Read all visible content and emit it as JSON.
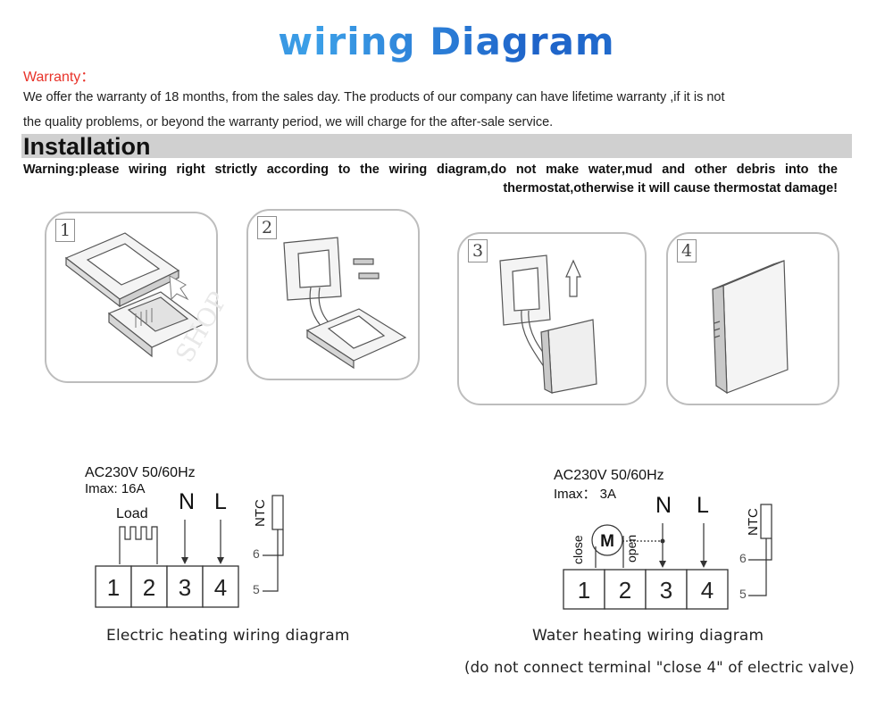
{
  "title": "wiring Diagram",
  "warranty": {
    "heading": "Warranty：",
    "line1": "We offer the warranty of 18 months, from the sales day. The products of our company can have lifetime warranty ,if it is not",
    "line2": "the quality problems, or beyond the warranty period, we will charge for the after-sale service."
  },
  "installation": {
    "heading": "Installation",
    "warning_line1": "Warning:please wiring right strictly according to the wiring diagram,do not make water,mud and other debris into the",
    "warning_line2": "thermostat,otherwise it will cause thermostat damage!"
  },
  "steps": [
    "1",
    "2",
    "3",
    "4"
  ],
  "electric": {
    "power": "AC230V 50/60Hz",
    "imax": "Imax: 16A",
    "load": "Load",
    "n": "N",
    "l": "L",
    "ntc": "NTC",
    "pin6": "6",
    "pin5": "5",
    "terminals": [
      "1",
      "2",
      "3",
      "4"
    ],
    "caption": "Electric heating wiring diagram"
  },
  "water": {
    "power": "AC230V 50/60Hz",
    "imax": "Imax： 3A",
    "n": "N",
    "l": "L",
    "ntc": "NTC",
    "pin6": "6",
    "pin5": "5",
    "motor": "M",
    "close": "close",
    "open": "open",
    "terminals": [
      "1",
      "2",
      "3",
      "4"
    ],
    "caption": "Water heating wiring diagram",
    "note": "(do not connect terminal \"close 4\" of electric valve)"
  },
  "watermark": "SHOP"
}
